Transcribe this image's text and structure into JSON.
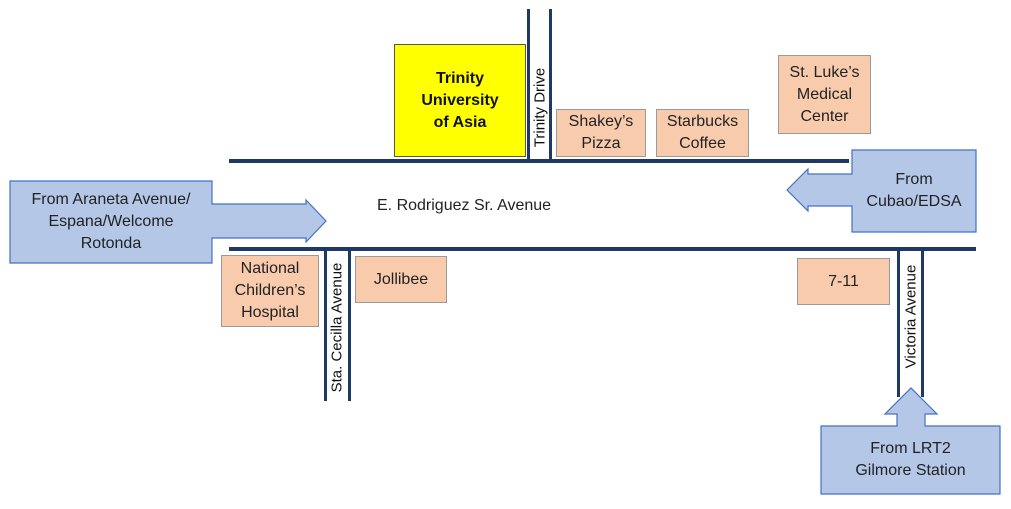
{
  "map": {
    "main_road": "E. Rodriguez Sr. Avenue",
    "streets": {
      "trinity_drive": "Trinity Drive",
      "sta_cecilla": "Sta. Cecilla Avenue",
      "victoria": "Victoria Avenue"
    },
    "university": "Trinity\nUniversity\nof Asia",
    "landmarks": {
      "shakeys": "Shakey’s\nPizza",
      "starbucks": "Starbucks\nCoffee",
      "st_lukes": "St. Luke’s\nMedical\nCenter",
      "national_childrens": "National\nChildren’s\nHospital",
      "jollibee": "Jollibee",
      "seven_eleven": "7-11"
    },
    "directions": {
      "araneta": "From Araneta Avenue/\nEspana/Welcome\nRotonda",
      "cubao": "From\nCubao/EDSA",
      "lrt2": "From LRT2\nGilmore Station"
    },
    "colors": {
      "road": "#1f3864",
      "arrow_fill": "#b4c7e7",
      "arrow_stroke": "#4472c4",
      "landmark_fill": "#f8cbad",
      "university_fill": "#ffff00"
    }
  }
}
